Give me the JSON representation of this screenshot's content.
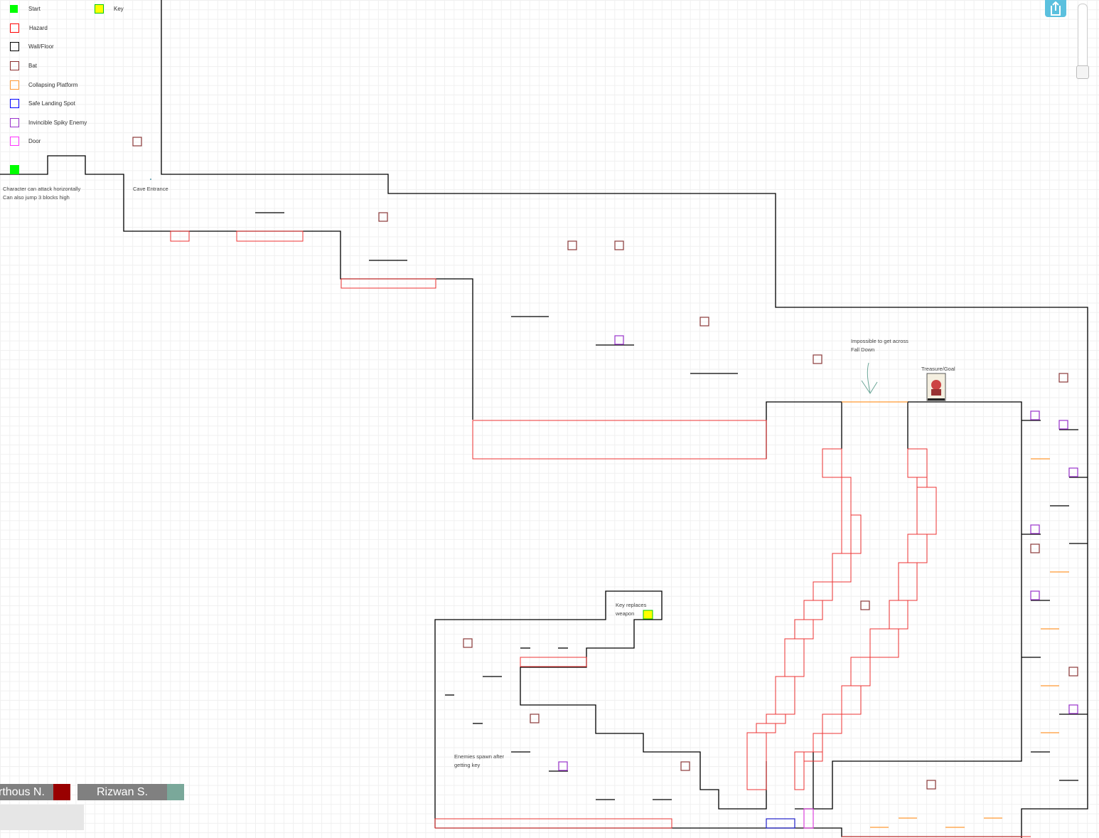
{
  "legend": {
    "items": [
      {
        "label": "Start",
        "color": "#00ff00",
        "filled": true
      },
      {
        "label": "Hazard",
        "color": "#ff0000",
        "filled": false
      },
      {
        "label": "Wall/Floor",
        "color": "#000000",
        "filled": false
      },
      {
        "label": "Bat",
        "color": "#8b2e2e",
        "filled": false
      },
      {
        "label": "Collapsing Platform",
        "color": "#ff9933",
        "filled": false
      },
      {
        "label": "Safe Landing Spot",
        "color": "#0000ff",
        "filled": false
      },
      {
        "label": "Invincible Spiky Enemy",
        "color": "#9933cc",
        "filled": false
      },
      {
        "label": "Door",
        "color": "#ff33ff",
        "filled": false
      }
    ],
    "key": {
      "label": "Key",
      "color": "#ffff00"
    }
  },
  "notes": {
    "character_line1": "Character can attack horizontally",
    "character_line2": "Can also jump 3 blocks high",
    "cave_entrance": "Cave Entrance",
    "impossible_line1": "Impossible to get across",
    "impossible_line2": "Fall Down",
    "treasure": "Treasure/Goal",
    "key_line1": "Key replaces",
    "key_line2": "weapon",
    "enemies_line1": "Enemies spawn after",
    "enemies_line2": "getting key"
  },
  "users": [
    {
      "name": "rthous N.",
      "color": "#990000"
    },
    {
      "name": "Rizwan S.",
      "color": "#7aa89a"
    }
  ],
  "colors": {
    "wall": "#000000",
    "hazard": "#ee3333",
    "bat": "#8b3a3a",
    "collapsing": "#ff9933",
    "safe": "#2222cc",
    "spiky": "#9933cc",
    "door": "#dd44dd",
    "start": "#00ff00",
    "key": "#ffff00"
  },
  "icons": {
    "share": "share-icon",
    "treasure": "treasure-chest-icon",
    "arrow": "down-arrow-icon"
  }
}
